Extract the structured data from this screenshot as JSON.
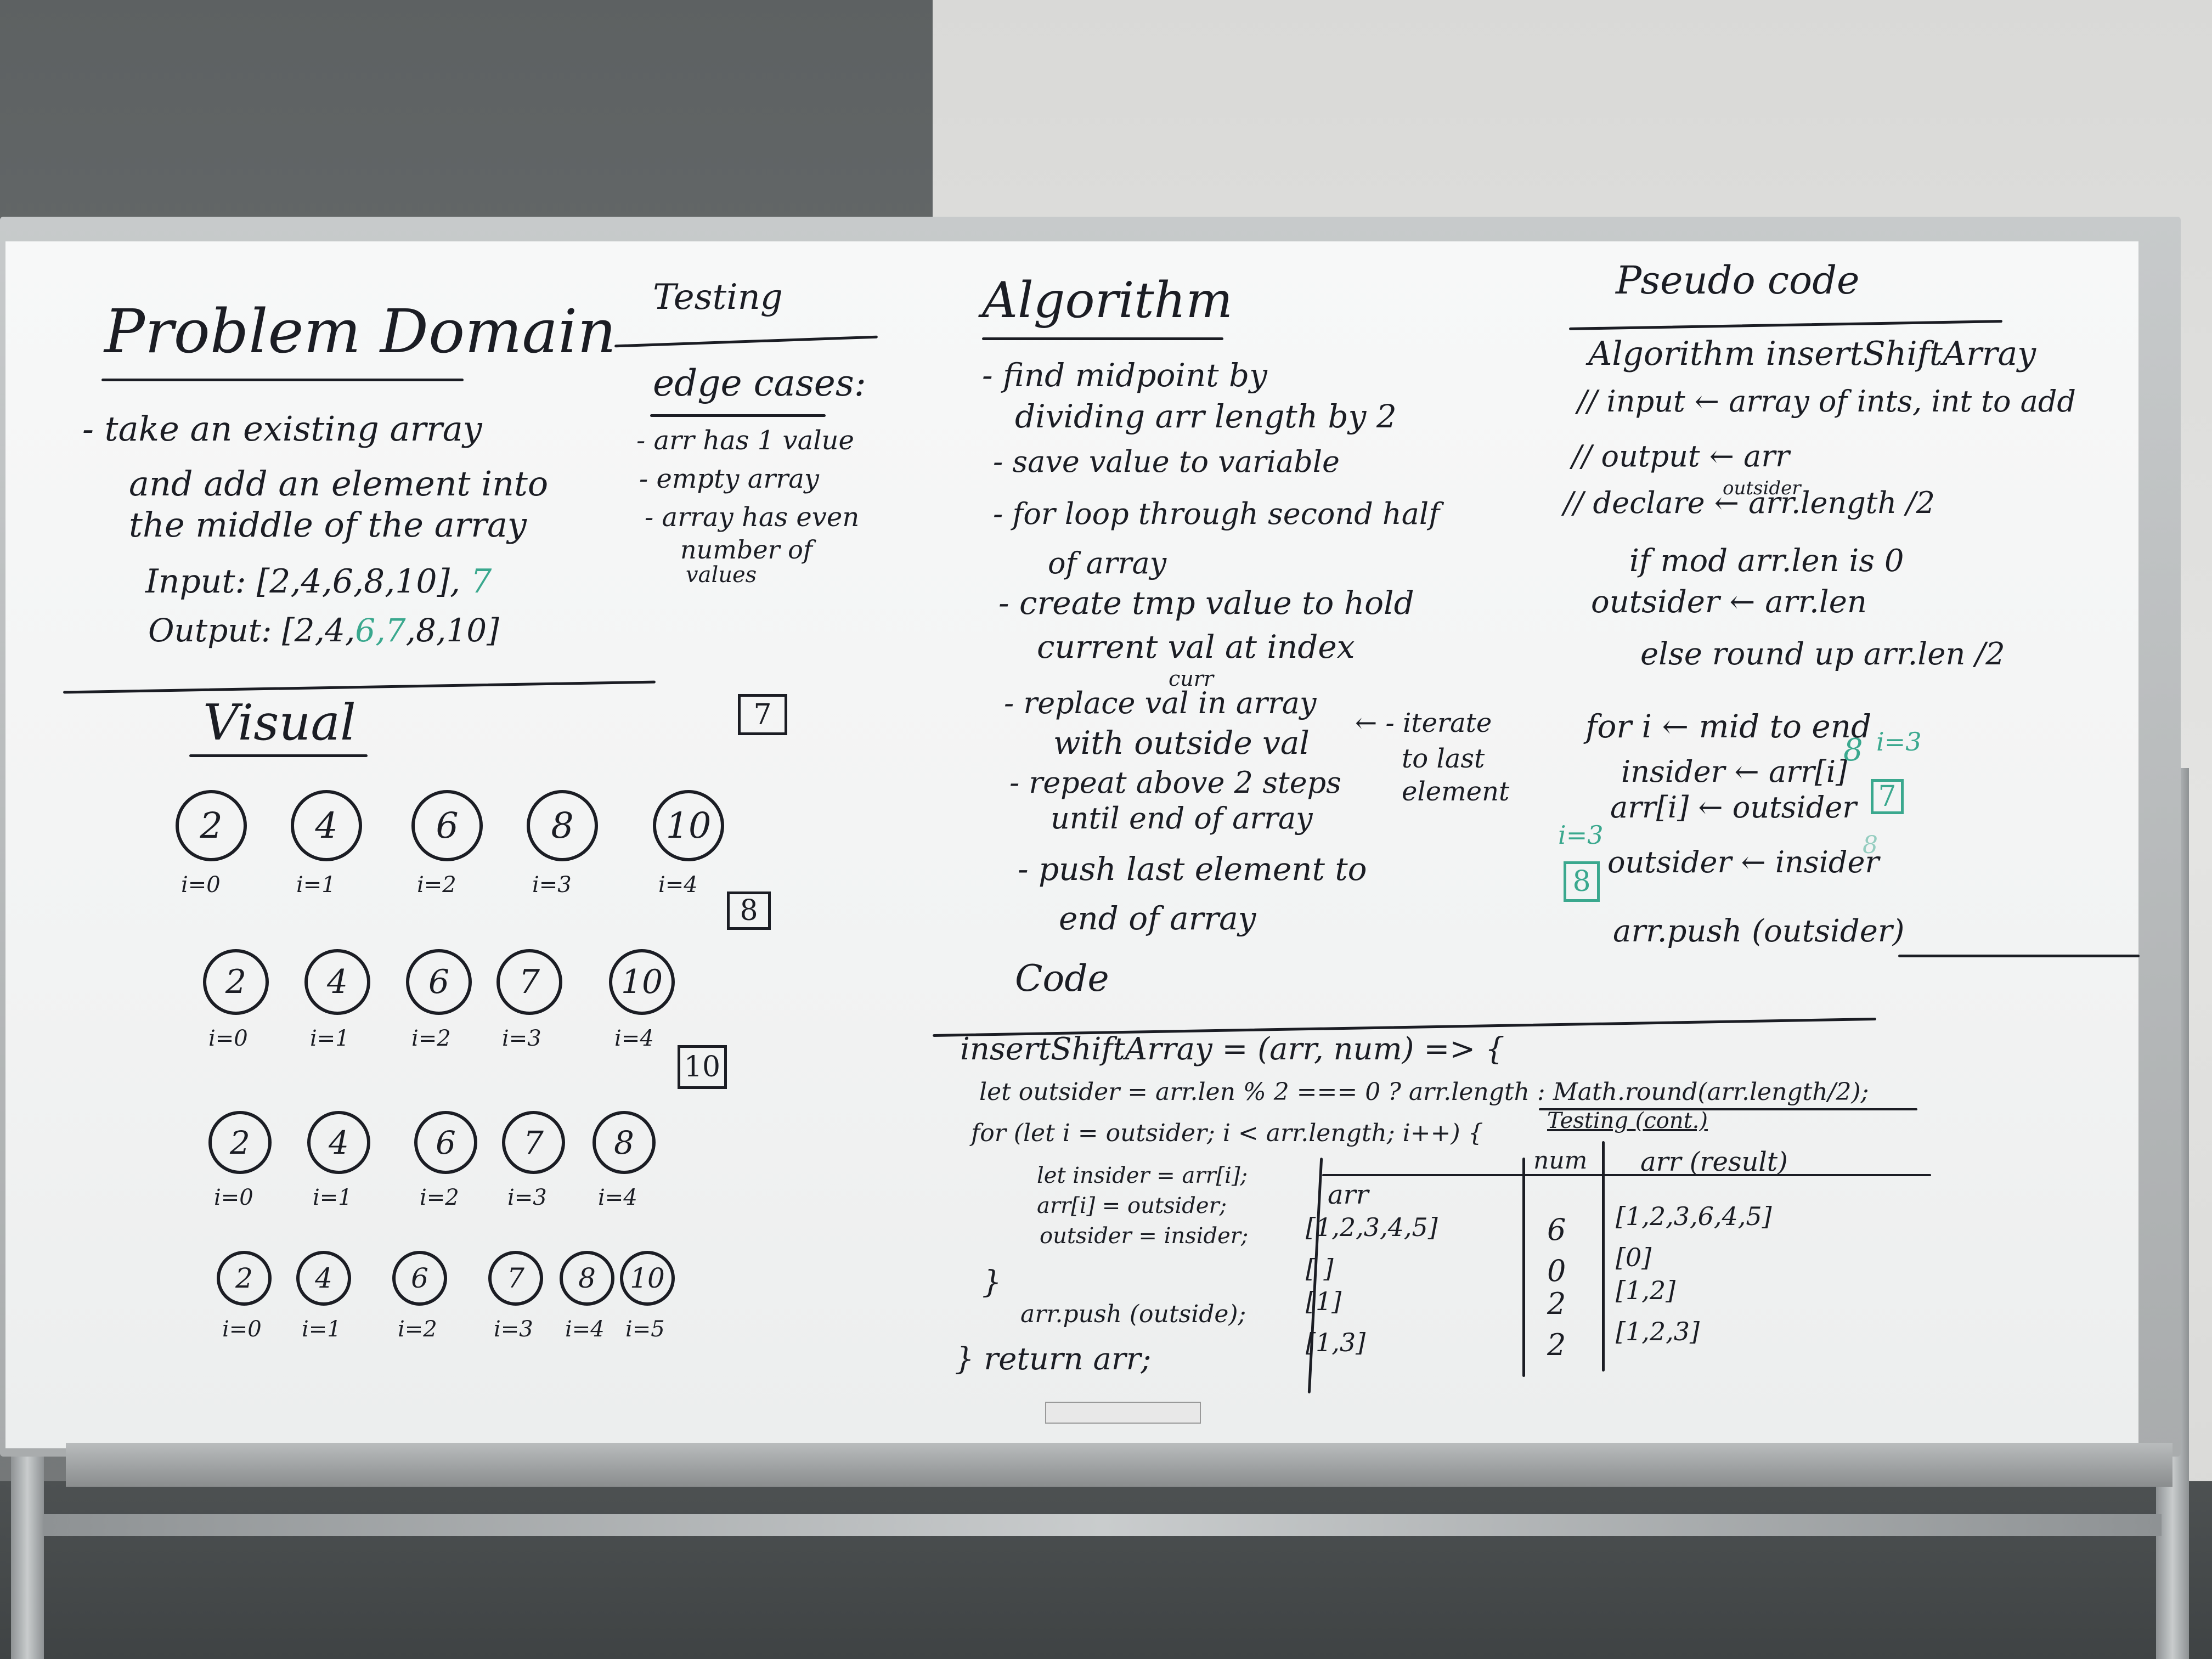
{
  "problem_domain": {
    "title": "Problem Domain",
    "lines": [
      "- take an existing array",
      "and add an element into",
      "the middle of the array"
    ],
    "input_label": "Input: [2,4,6,8,10], ",
    "input_extra": "7",
    "output_prefix": "Output: [2,4,",
    "output_mid": "6,7",
    "output_suffix": ",8,10]"
  },
  "testing": {
    "title": "Testing",
    "subtitle": "edge cases:",
    "items": [
      "- arr has 1 value",
      "- empty array",
      "- array has even",
      "number of",
      "values"
    ]
  },
  "algorithm": {
    "title": "Algorithm",
    "steps": [
      "- find midpoint by",
      "dividing arr length by 2",
      "- save value to variable",
      "- for loop through second half",
      "of array",
      "- create tmp value to hold",
      "current val at index",
      "- replace val in array",
      "with outside val",
      "- repeat above 2 steps",
      "until end of array",
      "- push last element to",
      "end of array"
    ],
    "curr_note": "curr",
    "iterate_note": [
      "← - iterate",
      "to last",
      "element"
    ]
  },
  "pseudocode": {
    "title": "Pseudo code",
    "lines": [
      "Algorithm   insertShiftArray",
      "// input ← array of ints, int to add",
      "// output ← arr",
      "// declare ← arr.length /2",
      "if mod arr.len is 0",
      "outsider ← arr.len",
      "else round up arr.len /2",
      "for i ← mid to end",
      "insider ← arr[i]",
      "arr[i] ← outsider",
      "outsider ← insider",
      "arr.push (outsider)"
    ],
    "outsider_note": "outsider",
    "teal_8": "8",
    "teal_i3": "i=3",
    "teal_i3b": "i=3",
    "teal_box7": "7",
    "teal_box8": "8",
    "teal_8b": "8"
  },
  "visual": {
    "title": "Visual",
    "rows": [
      {
        "box": "7",
        "nodes": [
          "2",
          "4",
          "6",
          "8",
          "10"
        ],
        "indices": [
          "i=0",
          "i=1",
          "i=2",
          "i=3",
          "i=4"
        ]
      },
      {
        "box": "8",
        "nodes": [
          "2",
          "4",
          "6",
          "7",
          "10"
        ],
        "indices": [
          "i=0",
          "i=1",
          "i=2",
          "i=3",
          "i=4"
        ]
      },
      {
        "box": "10",
        "nodes": [
          "2",
          "4",
          "6",
          "7",
          "8"
        ],
        "indices": [
          "i=0",
          "i=1",
          "i=2",
          "i=3",
          "i=4"
        ]
      },
      {
        "box": "",
        "nodes": [
          "2",
          "4",
          "6",
          "7",
          "8",
          "10"
        ],
        "indices": [
          "i=0",
          "i=1",
          "i=2",
          "i=3",
          "i=4",
          "i=5"
        ]
      }
    ]
  },
  "code": {
    "title": "Code",
    "lines": [
      "insertShiftArray = (arr, num) => {",
      "let outsider =  arr.len % 2 === 0 ? arr.length : Math.round(arr.length/2);",
      "for (let i = outsider; i < arr.length; i++) {",
      "let insider = arr[i];",
      "arr[i] = outsider;",
      "outsider = insider;",
      "}",
      "arr.push (outside);",
      "}   return arr;"
    ]
  },
  "testing_table": {
    "title": "Testing (cont.)",
    "headers": [
      "arr",
      "num",
      "arr (result)"
    ],
    "rows": [
      [
        "[1,2,3,4,5]",
        "6",
        "[1,2,3,6,4,5]"
      ],
      [
        "[ ]",
        "0",
        "[0]"
      ],
      [
        "[1]",
        "2",
        "[1,2]"
      ],
      [
        "[1,3]",
        "2",
        "[1,2,3]"
      ]
    ]
  }
}
